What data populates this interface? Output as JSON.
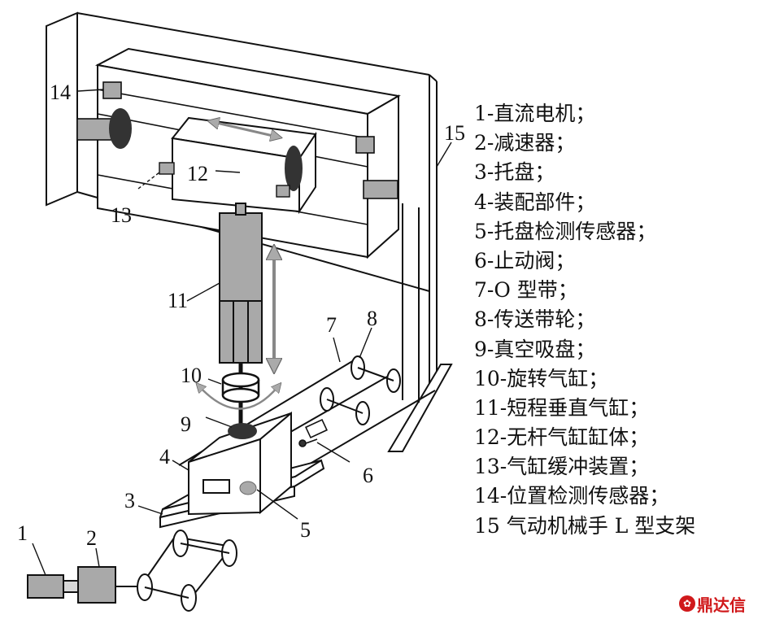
{
  "labels": {
    "n1": "1",
    "n2": "2",
    "n3": "3",
    "n4": "4",
    "n5": "5",
    "n6": "6",
    "n7": "7",
    "n8": "8",
    "n9": "9",
    "n10": "10",
    "n11": "11",
    "n12": "12",
    "n13": "13",
    "n14": "14",
    "n15": "15"
  },
  "legend": [
    "1-直流电机；",
    "2-减速器；",
    "3-托盘；",
    "4-装配部件；",
    "5-托盘检测传感器；",
    "6-止动阀；",
    "7-O 型带；",
    "8-传送带轮；",
    "9-真空吸盘；",
    "10-旋转气缸；",
    "11-短程垂直气缸；",
    "12-无杆气缸缸体；",
    "13-气缸缓冲装置；",
    "14-位置检测传感器；",
    "15 气动机械手 L 型支架"
  ],
  "watermark": {
    "icon": "logo-icon",
    "text": "鼎达信"
  },
  "colors": {
    "line": "#111111",
    "gray": "#a9a9a9",
    "dark": "#333333",
    "light": "#d8d8d8"
  }
}
